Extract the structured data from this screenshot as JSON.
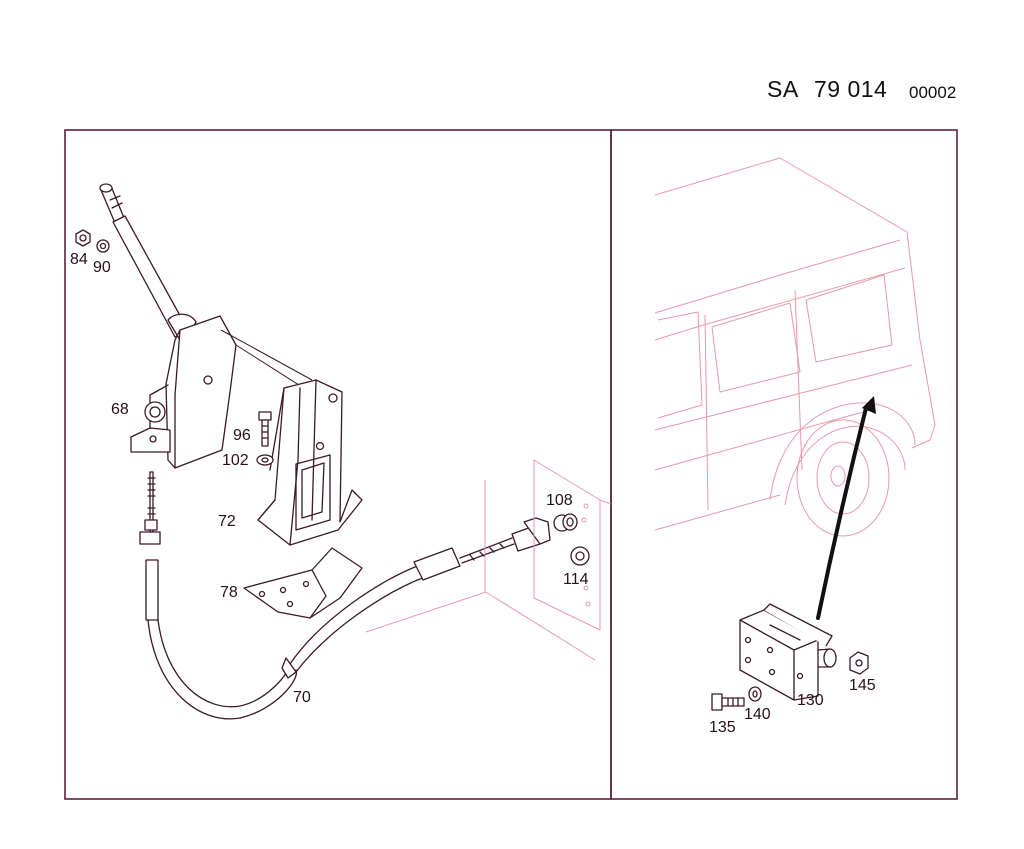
{
  "header": {
    "section": "SA",
    "number": "79 014",
    "code": "00002"
  },
  "left_panel": {
    "callouts": {
      "p84": "84",
      "p90": "90",
      "p68": "68",
      "p96": "96",
      "p102": "102",
      "p72": "72",
      "p78": "78",
      "p70": "70",
      "p108": "108",
      "p114": "114"
    }
  },
  "right_panel": {
    "callouts": {
      "p145": "145",
      "p130": "130",
      "p140": "140",
      "p135": "135"
    }
  },
  "colors": {
    "ink": "#3b1a25",
    "vehicle_outline": "#e79aa9",
    "frame": "#5a2333"
  }
}
